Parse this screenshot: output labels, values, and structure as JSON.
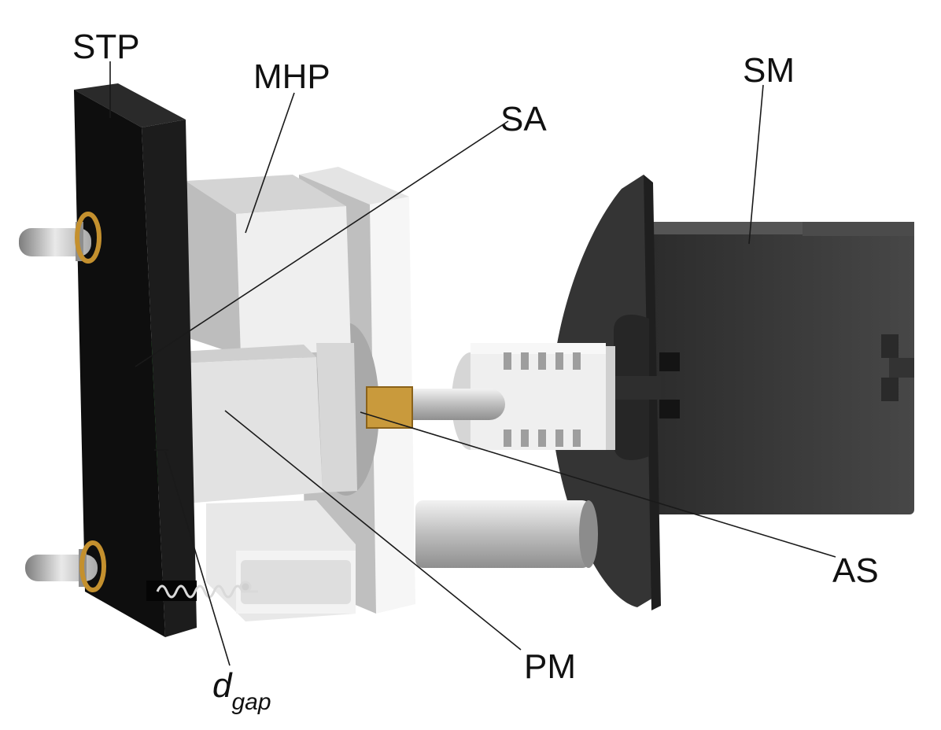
{
  "labels": {
    "stp": "STP",
    "mhp": "MHP",
    "sa": "SA",
    "sm": "SM",
    "as": "AS",
    "pm": "PM",
    "dgap_main": "d",
    "dgap_sub": "gap"
  },
  "colors": {
    "black_plate": "#111111",
    "white_part": "#ececec",
    "light_gray": "#d9d9d9",
    "dark_motor": "#3a3a3a",
    "green_sensor": "#3fd44a",
    "brass": "#b8861f",
    "leader_line": "#1a1a1a"
  }
}
